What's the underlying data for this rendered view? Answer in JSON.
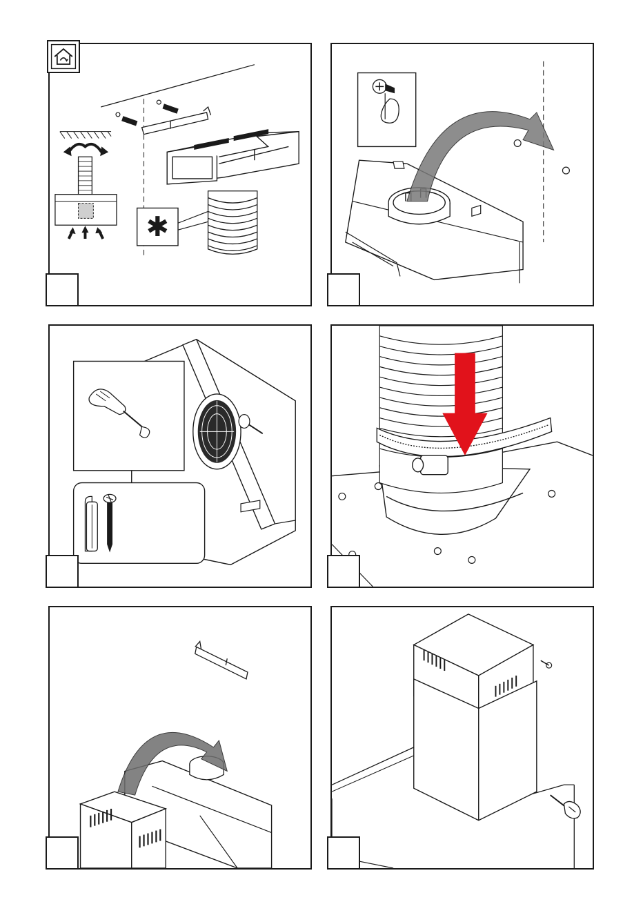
{
  "page": {
    "panels": [
      {
        "id": "panel-1",
        "step_label": "",
        "description": "ducted-mounting"
      },
      {
        "id": "panel-2",
        "step_label": "",
        "description": "hood-outlet"
      },
      {
        "id": "panel-3",
        "step_label": "",
        "description": "side-screws"
      },
      {
        "id": "panel-4",
        "step_label": "",
        "description": "flexible-duct-clamp"
      },
      {
        "id": "panel-5",
        "step_label": "",
        "description": "chimney-placement"
      },
      {
        "id": "panel-6",
        "step_label": "",
        "description": "chimney-fixing"
      }
    ],
    "marks": {
      "asterisk": "✱"
    },
    "colors": {
      "line": "#1a1a1a",
      "arrow_red": "#e1121b",
      "arrow_grey": "#6e6e6e"
    },
    "icons": [
      "home-recirculation-icon",
      "asterisk-icon",
      "screw-icon",
      "wall-plug-icon",
      "screwdriver-icon",
      "down-arrow-icon",
      "curved-arrow-icon"
    ]
  }
}
